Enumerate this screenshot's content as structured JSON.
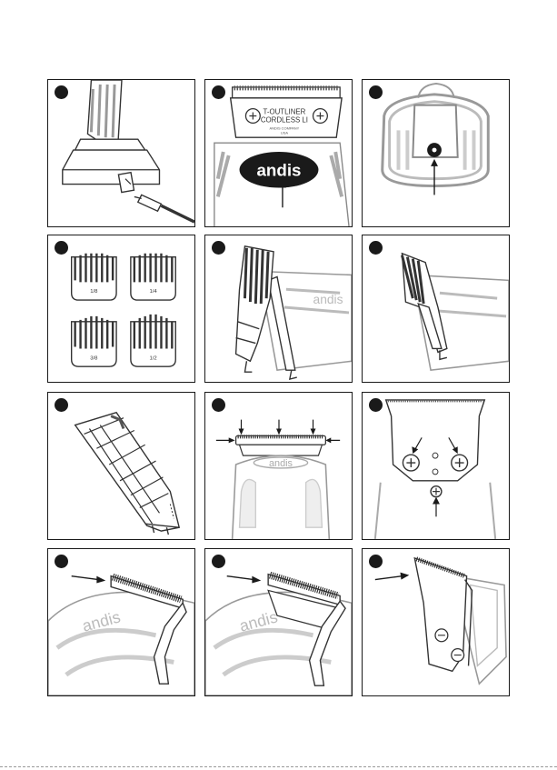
{
  "panels": {
    "p2": {
      "model_line1": "T-OUTLINER",
      "model_line2": "CORDLESS LI",
      "maker_line1": "ANDIS COMPANY",
      "maker_line2": "USA",
      "logo": "andis"
    },
    "p4": {
      "guide_size_1": "1/8",
      "guide_size_2": "1/4",
      "guide_size_3": "3/8",
      "guide_size_4": "1/2"
    },
    "p5": {
      "logo": "andis"
    },
    "p8": {
      "logo": "andis"
    },
    "p10": {
      "logo": "andis"
    },
    "p11": {
      "logo": "andis"
    }
  },
  "colors": {
    "ink": "#1a1a1a",
    "gray": "#8c8c8c",
    "light": "#d4d4d4"
  }
}
